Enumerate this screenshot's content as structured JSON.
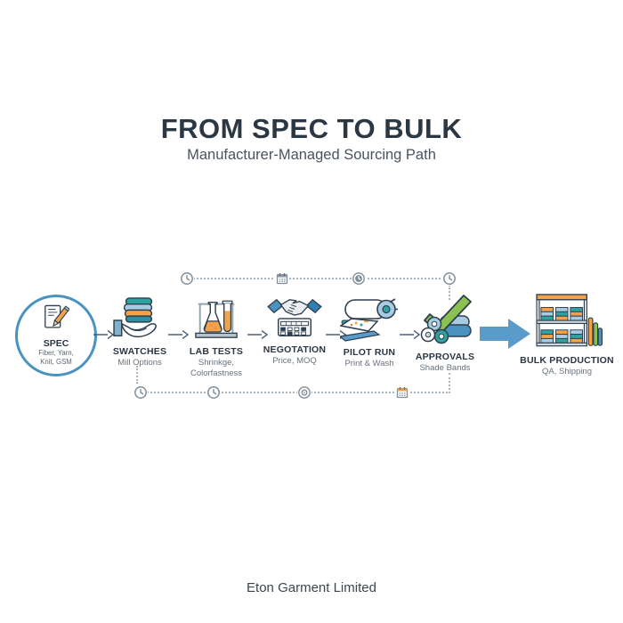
{
  "header": {
    "title": "FROM SPEC TO BULK",
    "subtitle": "Manufacturer-Managed Sourcing Path"
  },
  "flow": {
    "steps": [
      {
        "id": "spec",
        "label": "SPEC",
        "sub": [
          "Fiber, Yarn,",
          "Knit, GSM"
        ],
        "icon": "spec-document-pencil-icon"
      },
      {
        "id": "swatches",
        "label": "SWATCHES",
        "sub": [
          "Mill Options"
        ],
        "icon": "hand-swatches-icon"
      },
      {
        "id": "lab-tests",
        "label": "LAB TESTS",
        "sub": [
          "Shrinkge,",
          "Colorfastness"
        ],
        "icon": "lab-flask-tube-icon"
      },
      {
        "id": "negotiation",
        "label": "NEGOTATION",
        "sub": [
          "Price, MOQ"
        ],
        "icon": "handshake-calculator-icon"
      },
      {
        "id": "pilot-run",
        "label": "PILOT RUN",
        "sub": [
          "Print & Wash"
        ],
        "icon": "fabric-roller-icon"
      },
      {
        "id": "approvals",
        "label": "APPROVALS",
        "sub": [
          "Shade Bands"
        ],
        "icon": "fabric-rolls-check-icon"
      },
      {
        "id": "bulk-production",
        "label": "BULK PRODUCTION",
        "sub": [
          "QA, Shipping"
        ],
        "icon": "warehouse-shelf-icon"
      }
    ]
  },
  "timeline": {
    "top_markers": [
      "clock-icon",
      "calendar-icon",
      "clock-filled-icon",
      "clock-icon"
    ],
    "bottom_markers": [
      "clock-icon",
      "clock-icon",
      "target-icon",
      "calendar-orange-icon"
    ]
  },
  "footer": {
    "company": "Eton Garment Limited"
  },
  "colors": {
    "accent_blue": "#4a93c0",
    "arrow_blue": "#5b9bc9",
    "teal": "#2fa3a0",
    "light_blue": "#a9cbe2",
    "orange": "#f2a24b",
    "green": "#8cc152",
    "outline_dark": "#2e3f50",
    "title_text": "#2b3742",
    "sub_text": "#68727e",
    "dotted_gray": "#aab6c0"
  }
}
